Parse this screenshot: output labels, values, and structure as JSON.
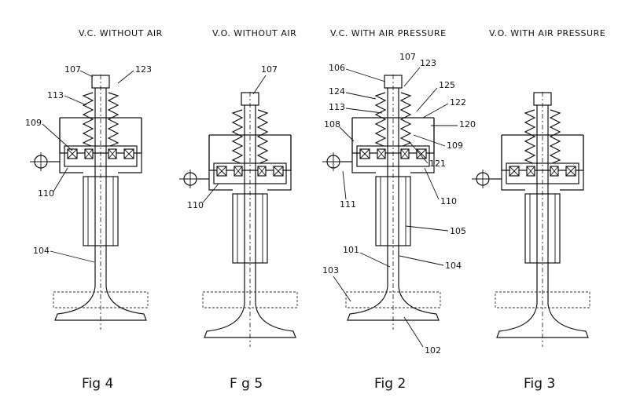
{
  "figures": [
    {
      "id": "fig4",
      "title": "V.C. WITHOUT AIR",
      "caption": "Fig 4",
      "labels": [
        {
          "key": "l107",
          "text": "107"
        },
        {
          "key": "l123",
          "text": "123"
        },
        {
          "key": "l113",
          "text": "113"
        },
        {
          "key": "l109",
          "text": "109"
        },
        {
          "key": "l110",
          "text": "110"
        },
        {
          "key": "l104",
          "text": "104"
        }
      ]
    },
    {
      "id": "fig5",
      "title": "V.O. WITHOUT AIR",
      "caption": "F g 5",
      "labels": [
        {
          "key": "l107",
          "text": "107"
        },
        {
          "key": "l110",
          "text": "110"
        }
      ]
    },
    {
      "id": "fig2",
      "title": "V.C. WITH AIR PRESSURE",
      "caption": "Fig 2",
      "labels": [
        {
          "key": "l107",
          "text": "107"
        },
        {
          "key": "l106",
          "text": "106"
        },
        {
          "key": "l123",
          "text": "123"
        },
        {
          "key": "l125",
          "text": "125"
        },
        {
          "key": "l124",
          "text": "124"
        },
        {
          "key": "l122",
          "text": "122"
        },
        {
          "key": "l113",
          "text": "113"
        },
        {
          "key": "l120",
          "text": "120"
        },
        {
          "key": "l108",
          "text": "108"
        },
        {
          "key": "l109",
          "text": "109"
        },
        {
          "key": "l121",
          "text": "121"
        },
        {
          "key": "l111",
          "text": "111"
        },
        {
          "key": "l110",
          "text": "110"
        },
        {
          "key": "l105",
          "text": "105"
        },
        {
          "key": "l101",
          "text": "101"
        },
        {
          "key": "l104",
          "text": "104"
        },
        {
          "key": "l103",
          "text": "103"
        },
        {
          "key": "l102",
          "text": "102"
        }
      ]
    },
    {
      "id": "fig3",
      "title": "V.O. WITH AIR PRESSURE",
      "caption": "Fig 3",
      "labels": []
    }
  ]
}
